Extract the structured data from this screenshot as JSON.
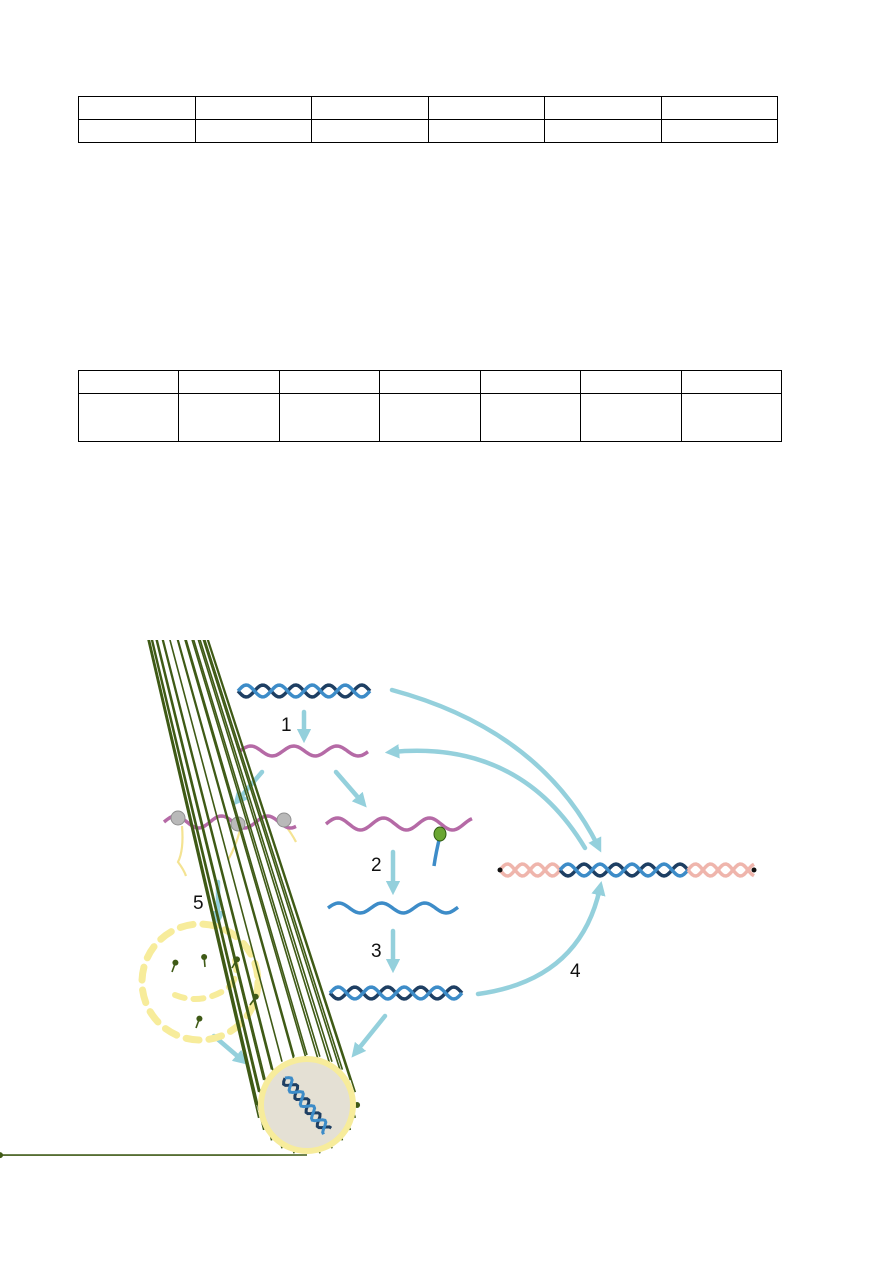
{
  "table1": {
    "columns": 6,
    "rows": [
      [
        "",
        "",
        "",
        "",
        "",
        ""
      ],
      [
        "",
        "",
        "",
        "",
        "",
        ""
      ]
    ]
  },
  "table2": {
    "columns": 7,
    "rows": [
      [
        "",
        "",
        "",
        "",
        "",
        "",
        ""
      ],
      [
        "",
        "",
        "",
        "",
        "",
        "",
        ""
      ]
    ]
  },
  "diagram": {
    "step_labels": [
      "1",
      "2",
      "3",
      "4",
      "5"
    ],
    "colors": {
      "arrow": "#94d0dc",
      "dna_dark": "#1e3f63",
      "dna_light": "#3d8cc8",
      "rna": "#b56aa6",
      "host_dna": "#efb5ac",
      "ribosome": "#b9b9b9",
      "peptide": "#f4e392",
      "envelope": "#f7ec9b",
      "lipid": "#3f5a16",
      "capsid_fill": "#e4e0d4"
    }
  }
}
